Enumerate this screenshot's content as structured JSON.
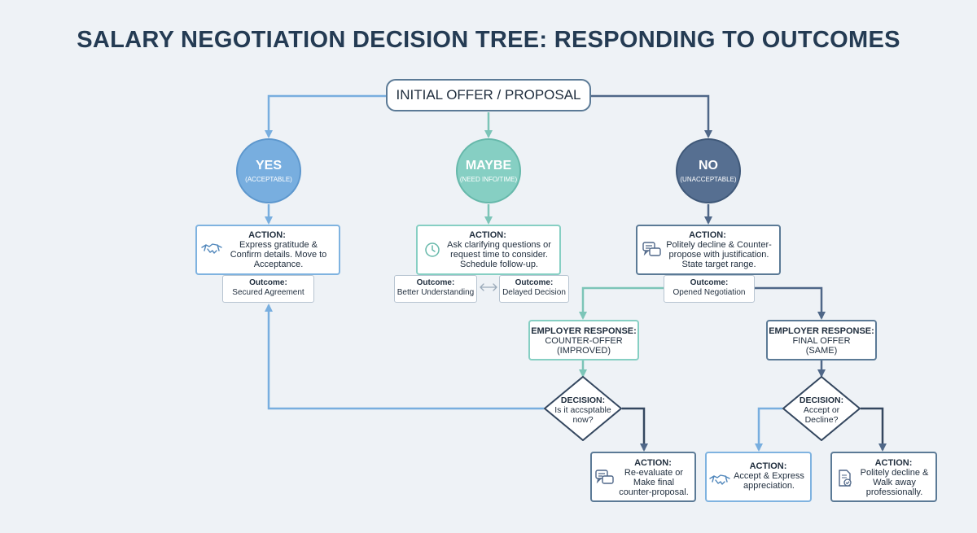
{
  "title": "SALARY NEGOTIATION DECISION TREE: RESPONDING TO OUTCOMES",
  "root": "INITIAL OFFER / PROPOSAL",
  "colors": {
    "blue": "#78aedf",
    "teal": "#86cfc3",
    "navy": "#566f91",
    "background": "#eef2f6"
  },
  "branches": {
    "yes": {
      "label": "YES",
      "sub": "(ACCEPTABLE)"
    },
    "maybe": {
      "label": "MAYBE",
      "sub": "(NEED INFO/TIME)"
    },
    "no": {
      "label": "NO",
      "sub": "(UNACCEPTABLE)"
    }
  },
  "actions": {
    "yes": {
      "head": "ACTION:",
      "text": "Express gratitude & Confirm details. Move to Acceptance.",
      "icon": "handshake-icon"
    },
    "maybe": {
      "head": "ACTION:",
      "text": "Ask clarifying questions or request time to consider. Schedule follow-up.",
      "icon": "clock-icon"
    },
    "no": {
      "head": "ACTION:",
      "text": "Politely decline & Counter-propose with justification. State target range.",
      "icon": "chat-bubbles-icon"
    },
    "reevaluate": {
      "head": "ACTION:",
      "text": "Re-evaluate or Make final counter-proposal.",
      "icon": "chat-bubbles-icon"
    },
    "accept": {
      "head": "ACTION:",
      "text": "Accept & Express appreciation.",
      "icon": "handshake-icon"
    },
    "walk_away": {
      "head": "ACTION:",
      "text": "Politely decline & Walk away professionally.",
      "icon": "document-check-icon"
    }
  },
  "outcomes": {
    "yes": {
      "label": "Outcome:",
      "value": "Secured Agreement"
    },
    "maybe_a": {
      "label": "Outcome:",
      "value": "Better Understanding"
    },
    "maybe_b": {
      "label": "Outcome:",
      "value": "Delayed Decision"
    },
    "no": {
      "label": "Outcome:",
      "value": "Opened Negotiation"
    }
  },
  "employer_responses": {
    "counter": {
      "head": "EMPLOYER RESPONSE:",
      "line1": "COUNTER-OFFER",
      "line2": "(IMPROVED)"
    },
    "final": {
      "head": "EMPLOYER RESPONSE:",
      "line1": "FINAL OFFER",
      "line2": "(SAME)"
    }
  },
  "decisions": {
    "left": {
      "head": "DECISION:",
      "line1": "Is it accsptable",
      "line2": "now?"
    },
    "right": {
      "head": "DECISION:",
      "line1": "Accept or",
      "line2": "Decline?"
    }
  }
}
